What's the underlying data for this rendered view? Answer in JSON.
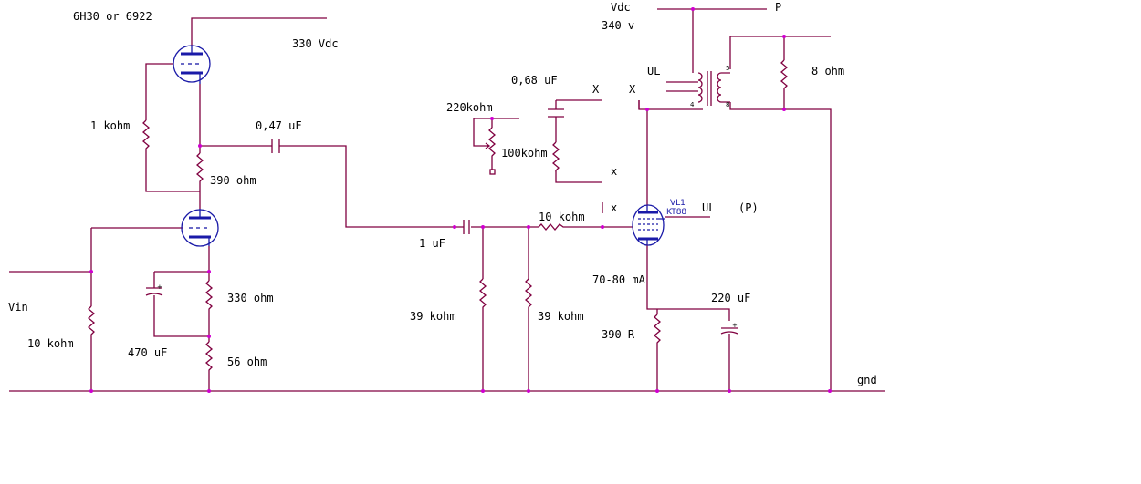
{
  "labels": {
    "tube1_type": "6H30 or 6922",
    "b_plus_330": "330 Vdc",
    "r_1k": "1 kohm",
    "c_047": "0,47 uF",
    "r_390_top": "390 ohm",
    "vin": "Vin",
    "r_10k_in": "10 kohm",
    "c_470": "470 uF",
    "r_330": "330 ohm",
    "r_56": "56 ohm",
    "c_1u": "1 uF",
    "r_39k_a": "39 kohm",
    "r_39k_b": "39 kohm",
    "r_10k_grid": "10 kohm",
    "pot_220k": "220kohm",
    "r_100k": "100kohm",
    "c_068": "0,68 uF",
    "x1": "X",
    "x2": "X",
    "x3": "x",
    "x4": "x",
    "vdc": "Vdc",
    "v340": "340 v",
    "p_top": "P",
    "ul_left": "UL",
    "r_8ohm": "8 ohm",
    "tube2_ref": "VL1",
    "tube2_type": "KT88",
    "ul_right": "UL",
    "p_right": "(P)",
    "current": "70-80 mA",
    "c_220": "220 uF",
    "r_390R": "390 R",
    "gnd": "gnd",
    "tap_5": "5",
    "tap_4": "4",
    "tap_8": "8"
  },
  "colors": {
    "wire": "#800040",
    "tube": "#1a1aa8",
    "node": "#d000d0",
    "text": "#000000"
  }
}
